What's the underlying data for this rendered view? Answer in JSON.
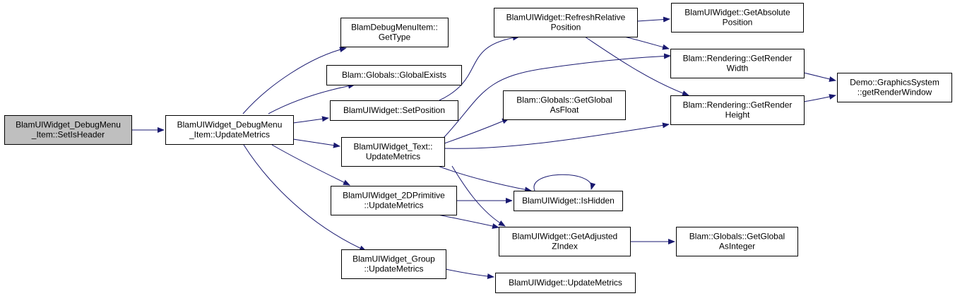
{
  "nodes": {
    "set_is_header": {
      "lines": [
        "BlamUIWidget_DebugMenu",
        "_Item::SetIsHeader"
      ],
      "highlighted": true
    },
    "dm_update_metrics": {
      "lines": [
        "BlamUIWidget_DebugMenu",
        "_Item::UpdateMetrics"
      ]
    },
    "dm_get_type": {
      "lines": [
        "BlamDebugMenuItem::",
        "GetType"
      ]
    },
    "global_exists": {
      "lines": [
        "Blam::Globals::GlobalExists"
      ]
    },
    "set_position": {
      "lines": [
        "BlamUIWidget::SetPosition"
      ]
    },
    "text_update_metrics": {
      "lines": [
        "BlamUIWidget_Text::",
        "UpdateMetrics"
      ]
    },
    "prim_update_metrics": {
      "lines": [
        "BlamUIWidget_2DPrimitive",
        "::UpdateMetrics"
      ]
    },
    "group_update_metrics": {
      "lines": [
        "BlamUIWidget_Group",
        "::UpdateMetrics"
      ]
    },
    "refresh_relative": {
      "lines": [
        "BlamUIWidget::RefreshRelative",
        "Position"
      ]
    },
    "get_global_float": {
      "lines": [
        "Blam::Globals::GetGlobal",
        "AsFloat"
      ]
    },
    "is_hidden": {
      "lines": [
        "BlamUIWidget::IsHidden"
      ]
    },
    "get_adjusted_z": {
      "lines": [
        "BlamUIWidget::GetAdjusted",
        "ZIndex"
      ]
    },
    "widget_update_metrics": {
      "lines": [
        "BlamUIWidget::UpdateMetrics"
      ]
    },
    "get_absolute": {
      "lines": [
        "BlamUIWidget::GetAbsolute",
        "Position"
      ]
    },
    "render_width": {
      "lines": [
        "Blam::Rendering::GetRender",
        "Width"
      ]
    },
    "render_height": {
      "lines": [
        "Blam::Rendering::GetRender",
        "Height"
      ]
    },
    "get_global_int": {
      "lines": [
        "Blam::Globals::GetGlobal",
        "AsInteger"
      ]
    },
    "render_window": {
      "lines": [
        "Demo::GraphicsSystem",
        "::getRenderWindow"
      ]
    }
  },
  "edges": [
    [
      "set_is_header",
      "dm_update_metrics"
    ],
    [
      "dm_update_metrics",
      "dm_get_type"
    ],
    [
      "dm_update_metrics",
      "global_exists"
    ],
    [
      "dm_update_metrics",
      "set_position"
    ],
    [
      "dm_update_metrics",
      "text_update_metrics"
    ],
    [
      "dm_update_metrics",
      "prim_update_metrics"
    ],
    [
      "dm_update_metrics",
      "group_update_metrics"
    ],
    [
      "set_position",
      "refresh_relative"
    ],
    [
      "text_update_metrics",
      "render_width"
    ],
    [
      "text_update_metrics",
      "get_global_float"
    ],
    [
      "text_update_metrics",
      "render_height"
    ],
    [
      "text_update_metrics",
      "is_hidden"
    ],
    [
      "text_update_metrics",
      "get_adjusted_z"
    ],
    [
      "prim_update_metrics",
      "is_hidden"
    ],
    [
      "prim_update_metrics",
      "get_adjusted_z"
    ],
    [
      "group_update_metrics",
      "widget_update_metrics"
    ],
    [
      "refresh_relative",
      "get_absolute"
    ],
    [
      "refresh_relative",
      "render_width"
    ],
    [
      "refresh_relative",
      "render_height"
    ],
    [
      "is_hidden",
      "is_hidden"
    ],
    [
      "get_adjusted_z",
      "get_global_int"
    ],
    [
      "render_width",
      "render_window"
    ],
    [
      "render_height",
      "render_window"
    ]
  ],
  "colors": {
    "edge": "#191970",
    "highlight_fill": "#bfbfbf",
    "node_fill": "#ffffff",
    "node_border": "#000000"
  }
}
